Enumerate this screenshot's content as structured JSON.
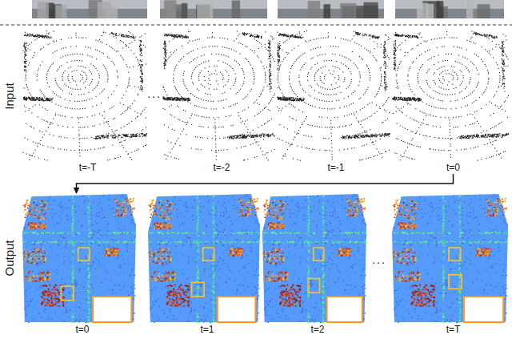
{
  "diagram": {
    "nodes": [
      {
        "text": [
          "t=-T"
        ]
      },
      {
        "text": [
          "t=-2"
        ]
      },
      {
        "text": [
          "t=-1"
        ]
      },
      {
        "text": [
          "t=0"
        ]
      },
      {
        "text": [
          "t=0"
        ]
      },
      {
        "text": [
          "t=1"
        ]
      },
      {
        "text": [
          "t=2"
        ]
      },
      {
        "text": [
          "t=T"
        ]
      }
    ],
    "edges": [
      {
        "from": 3,
        "to": 4,
        "arrow": "to"
      }
    ],
    "labels": [
      "Input",
      "Output",
      "...",
      "..."
    ]
  }
}
